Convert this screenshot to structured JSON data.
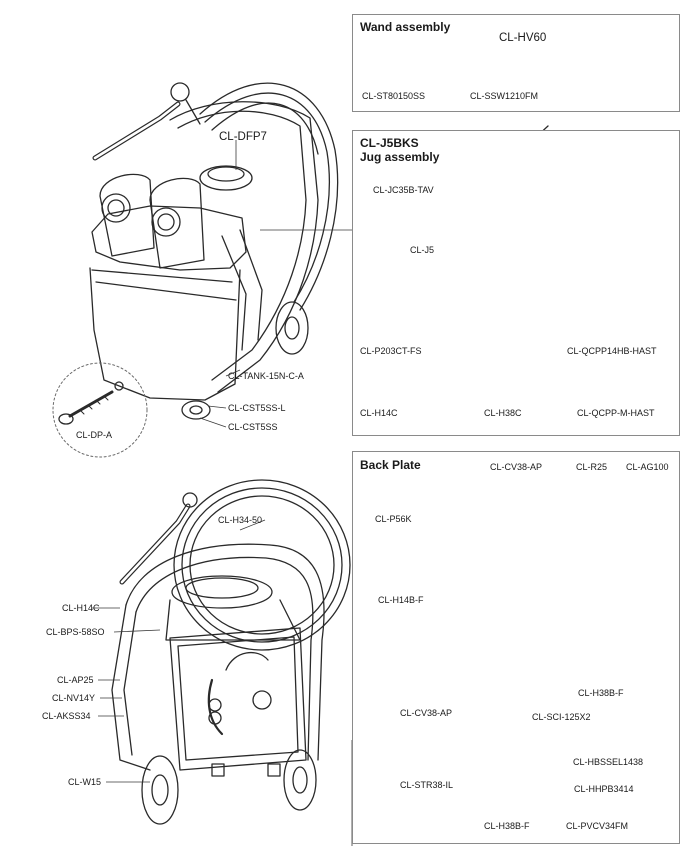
{
  "panels": {
    "wand": {
      "title": "Wand assembly",
      "labels": {
        "hv60": "CL-HV60",
        "st80150ss": "CL-ST80150SS",
        "ssw1210fm": "CL-SSW1210FM"
      }
    },
    "jug": {
      "title_line1": "CL-J5BKS",
      "title_line2": "Jug assembly",
      "labels": {
        "jc35b": "CL-JC35B-TAV",
        "j5": "CL-J5",
        "p203ct": "CL-P203CT-FS",
        "qcpp14hb": "CL-QCPP14HB-HAST",
        "h14c": "CL-H14C",
        "h38c": "CL-H38C",
        "qcppm": "CL-QCPP-M-HAST"
      }
    },
    "backplate": {
      "title": "Back Plate",
      "labels": {
        "cv38ap_top": "CL-CV38-AP",
        "r25": "CL-R25",
        "ag100": "CL-AG100",
        "p56k": "CL-P56K",
        "h14bf": "CL-H14B-F",
        "h38bf_right": "CL-H38B-F",
        "cv38ap_bottom": "CL-CV38-AP",
        "sci125": "CL-SCI-125X2",
        "hbssel": "CL-HBSSEL1438",
        "str38": "CL-STR38-IL",
        "hhpb": "CL-HHPB3414",
        "h38bf_bottom": "CL-H38B-F",
        "pvcv": "CL-PVCV34FM"
      }
    }
  },
  "front_view": {
    "labels": {
      "dfp7": "CL-DFP7",
      "tank": "CL-TANK-15N-C-A",
      "cst5ssl": "CL-CST5SS-L",
      "dpa": "CL-DP-A",
      "cst5ss": "CL-CST5SS"
    }
  },
  "rear_view": {
    "labels": {
      "h3450": "CL-H34-50",
      "h14c": "CL-H14C",
      "bps": "CL-BPS-58SO",
      "ap25": "CL-AP25",
      "nv14y": "CL-NV14Y",
      "akss": "CL-AKSS34",
      "w15": "CL-W15"
    }
  }
}
